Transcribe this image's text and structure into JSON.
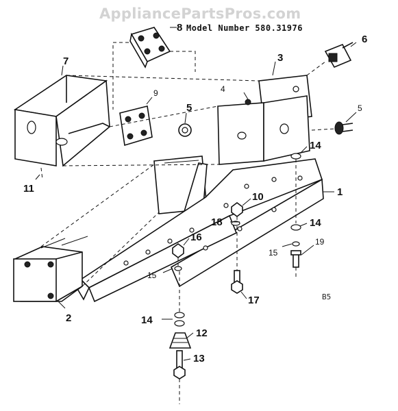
{
  "watermark": "AppliancePartsPros.com",
  "model_label": "Model Number 580.31976",
  "diagram_code": "B5",
  "part_numbers": {
    "p1": "1",
    "p2": "2",
    "p3": "3",
    "p4": "4",
    "p5a": "5",
    "p5b": "5",
    "p6": "6",
    "p7": "7",
    "p8": "8",
    "p9": "9",
    "p10": "10",
    "p11": "11",
    "p12": "12",
    "p13": "13",
    "p14a": "14",
    "p14b": "14",
    "p14c": "14",
    "p15a": "15",
    "p15b": "15",
    "p16": "16",
    "p17": "17",
    "p18": "18",
    "p19": "19"
  }
}
